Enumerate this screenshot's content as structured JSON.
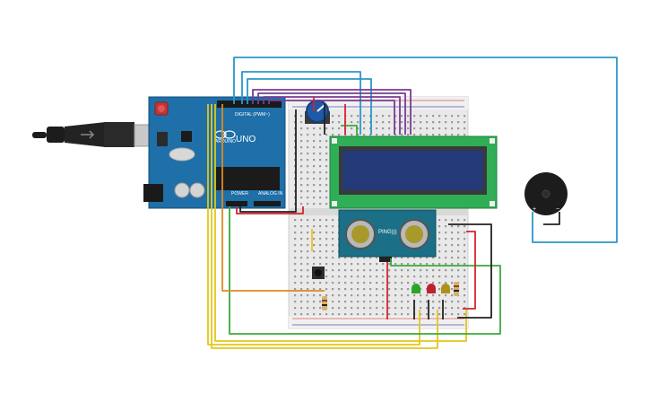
{
  "canvas": {
    "title": ""
  },
  "arduino": {
    "brand": "ARDUINO",
    "model": "UNO",
    "digital_label": "DIGITAL (PWM~)",
    "power_label": "POWER",
    "analog_label": "ANALOG IN",
    "board_color": "#1f6fa8"
  },
  "lcd": {
    "screen_color": "#253a78",
    "pcb_color": "#2fae56"
  },
  "ultrasonic": {
    "label": "PING)))",
    "pcb_color": "#1b6f86"
  },
  "buzzer": {
    "plus": "+",
    "minus": "−"
  },
  "leds": [
    {
      "color": "#2aa52a"
    },
    {
      "color": "#c0202a"
    },
    {
      "color": "#b0901a"
    }
  ],
  "wire_colors": {
    "blue": "#2a97c9",
    "purple": "#7a3a93",
    "yellow": "#e2c81a",
    "green": "#3aaa3a",
    "red": "#d8222a",
    "black": "#222222",
    "orange": "#e08a1e"
  }
}
